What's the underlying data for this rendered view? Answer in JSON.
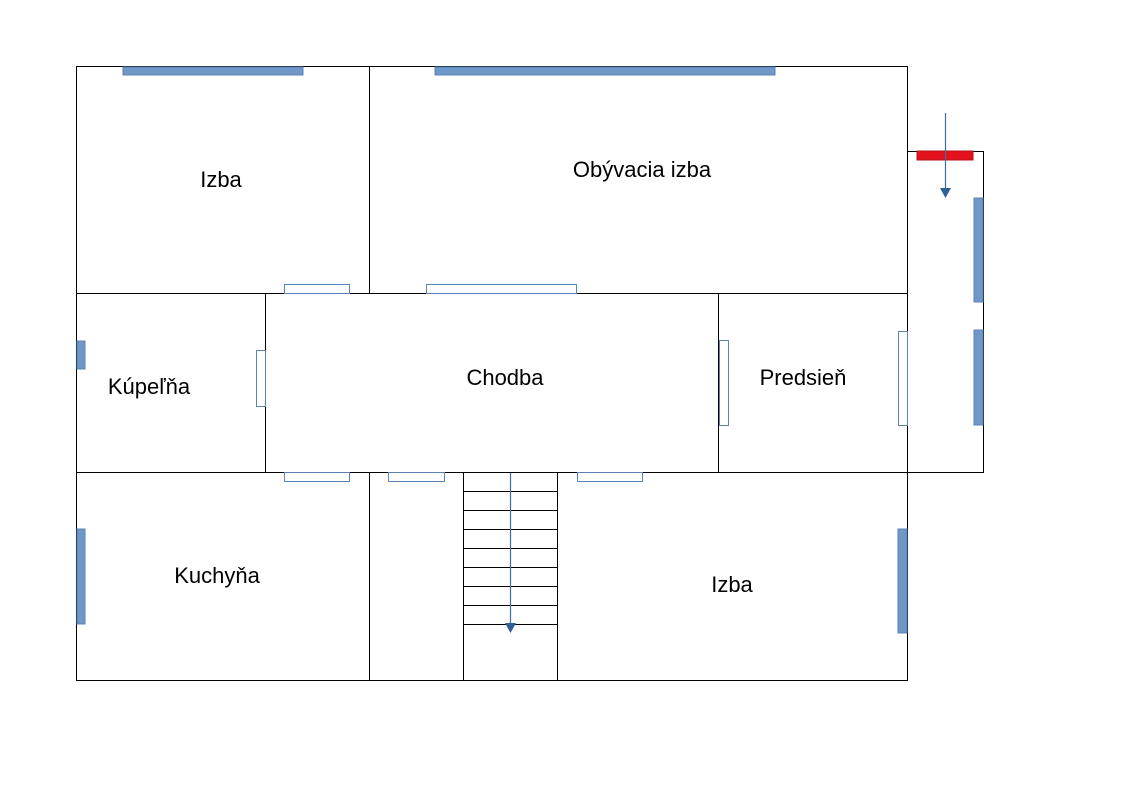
{
  "rooms": {
    "top_left": "Izba",
    "living_room": "Obývacia izba",
    "bathroom": "Kúpeľňa",
    "hallway": "Chodba",
    "entry": "Predsieň",
    "kitchen": "Kuchyňa",
    "bottom_right": "Izba"
  },
  "colors": {
    "wall": "#000000",
    "window": "#6f98c9",
    "door_outline": "#5a84b8",
    "arrow": "#3a6ea5",
    "entrance_marker": "#e3121c"
  }
}
